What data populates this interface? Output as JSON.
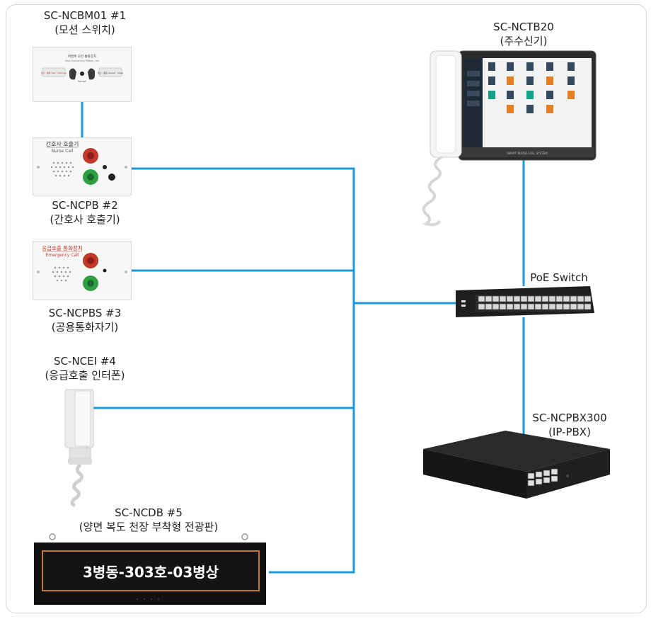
{
  "devices": [
    {
      "model": "SC-NCBM01 #1",
      "desc": "(모션 스위치)",
      "plate_title": "비접촉 모션 통화장치",
      "plate_sub": "Non-Contacting Motion call",
      "btn_left": "호출 · 통화  Call · Intercom",
      "btn_right": "취소 · 종료  Cancel · Close",
      "sensor": "Sensor"
    },
    {
      "model": "SC-NCPB #2",
      "desc": "(간호사 호출기)",
      "plate_title": "간호사 호출기",
      "plate_sub": "Nurse Call"
    },
    {
      "model": "SC-NCPBS #3",
      "desc": "(공용통화자기)",
      "plate_title": "응급호출 통화장치",
      "plate_sub": "Emergency Call"
    },
    {
      "model": "SC-NCEI #4",
      "desc": "(응급호출 인터폰)"
    },
    {
      "model": "SC-NCDB #5",
      "desc": "(양면 복도 천장 부착형 전광판)",
      "display_text": "3병동-303호-03병상"
    },
    {
      "model": "SC-NCTB20",
      "desc": "(주수신기)",
      "screen_brand": "SMART NURSE CALL SYSTEM"
    },
    {
      "model": "PoE Switch"
    },
    {
      "model": "SC-NCPBX300",
      "desc": "(IP-PBX)"
    }
  ],
  "colors": {
    "wire": "#1a9ad6",
    "frame_border": "#d6d6d6",
    "led_text": "#ffffff",
    "led_border": "#c8762a"
  }
}
